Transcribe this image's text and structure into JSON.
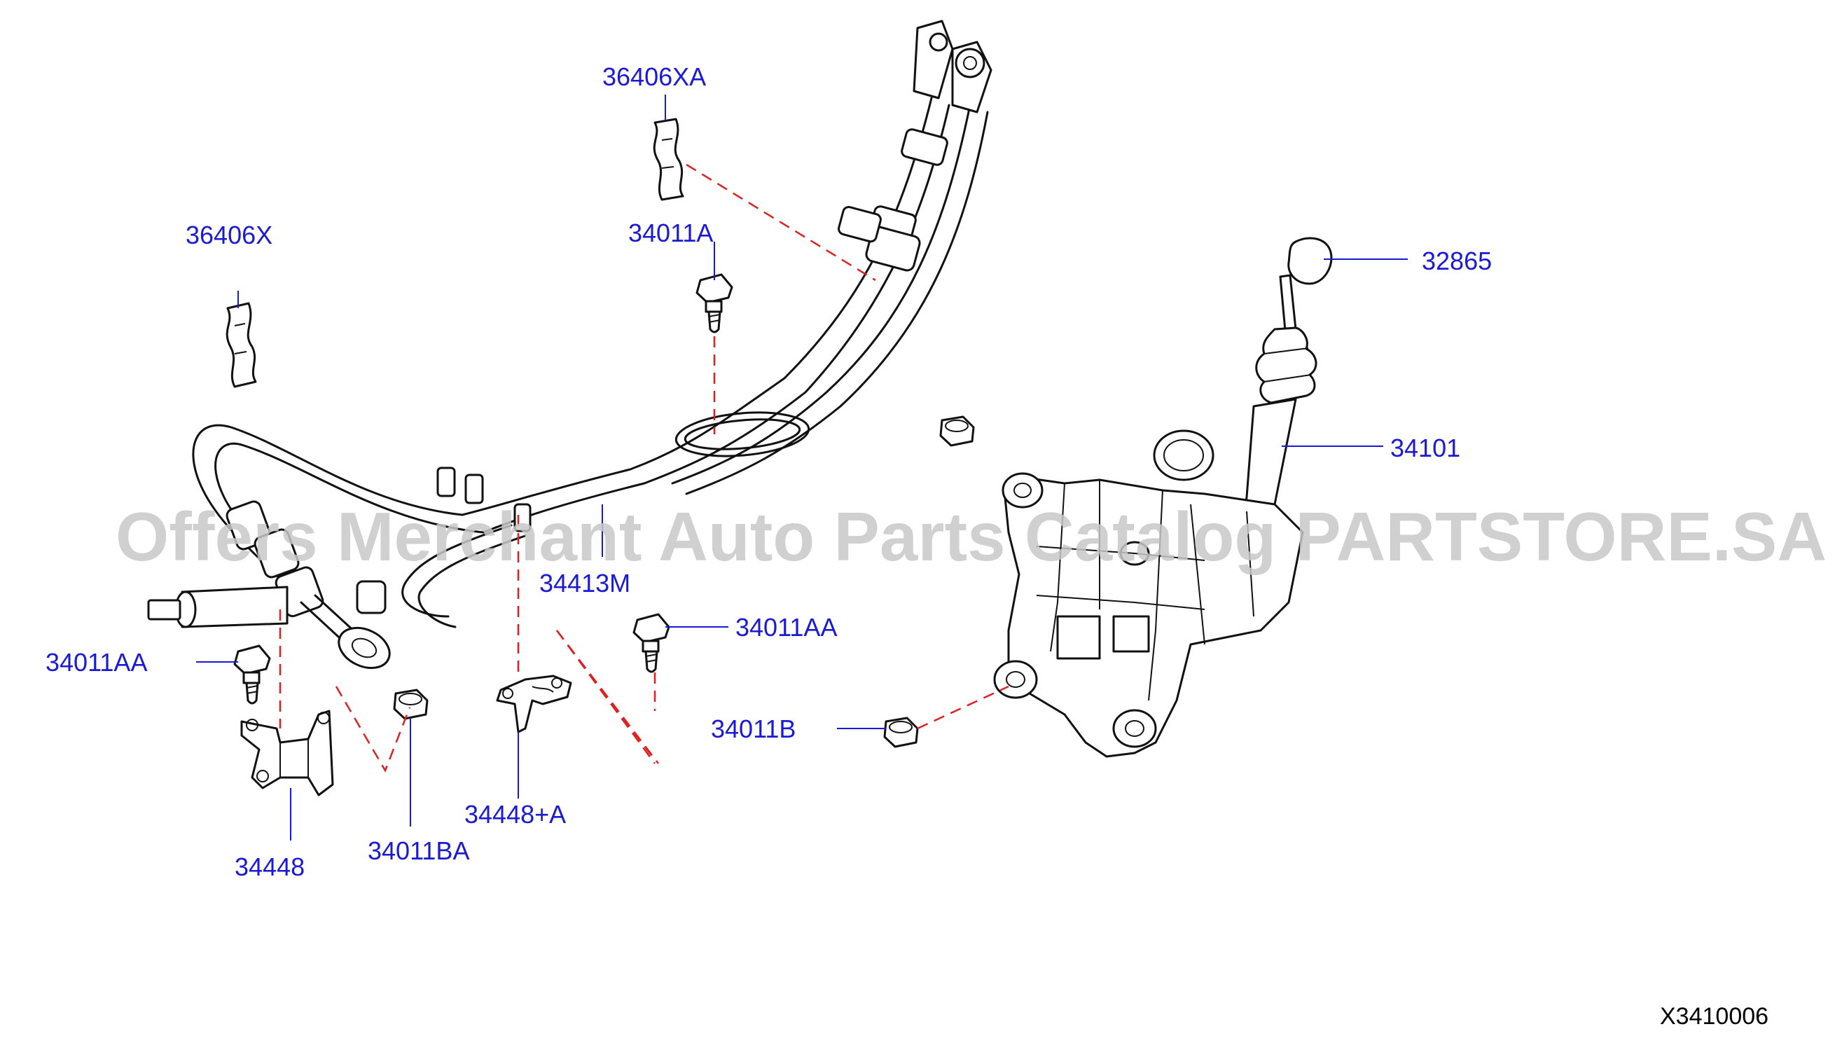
{
  "watermark": "Offers Merchant Auto Parts Catalog PARTSTORE.SA",
  "diagram_id": "X3410006",
  "colors": {
    "label": "#1a1ad6",
    "hidden_line": "#e02020",
    "outline": "#111111",
    "watermark": "#c8c8c8"
  },
  "labels": {
    "p36406XA": "36406XA",
    "p36406X": "36406X",
    "p34011A": "34011A",
    "p32865": "32865",
    "p34101": "34101",
    "p34413M": "34413M",
    "p34011AA_right": "34011AA",
    "p34011AA_left": "34011AA",
    "p34011B": "34011B",
    "p34448A": "34448+A",
    "p34448": "34448",
    "p34011BA": "34011BA"
  }
}
